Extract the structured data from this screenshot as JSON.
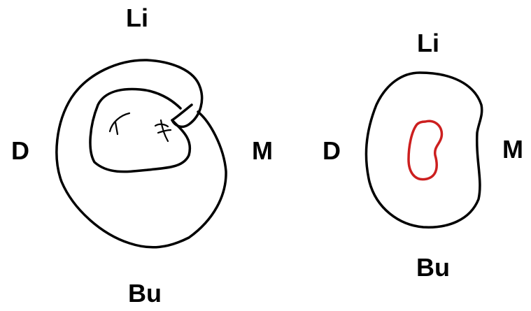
{
  "diagram": {
    "left_section": {
      "labels": {
        "top": "Li",
        "left": "D",
        "right": "M",
        "bottom": "Bu"
      }
    },
    "right_section": {
      "labels": {
        "top": "Li",
        "left": "D",
        "right": "M",
        "bottom": "Bu"
      }
    },
    "colors": {
      "outline": "#000000",
      "canal": "#cc1f1f",
      "background": "#ffffff"
    }
  }
}
